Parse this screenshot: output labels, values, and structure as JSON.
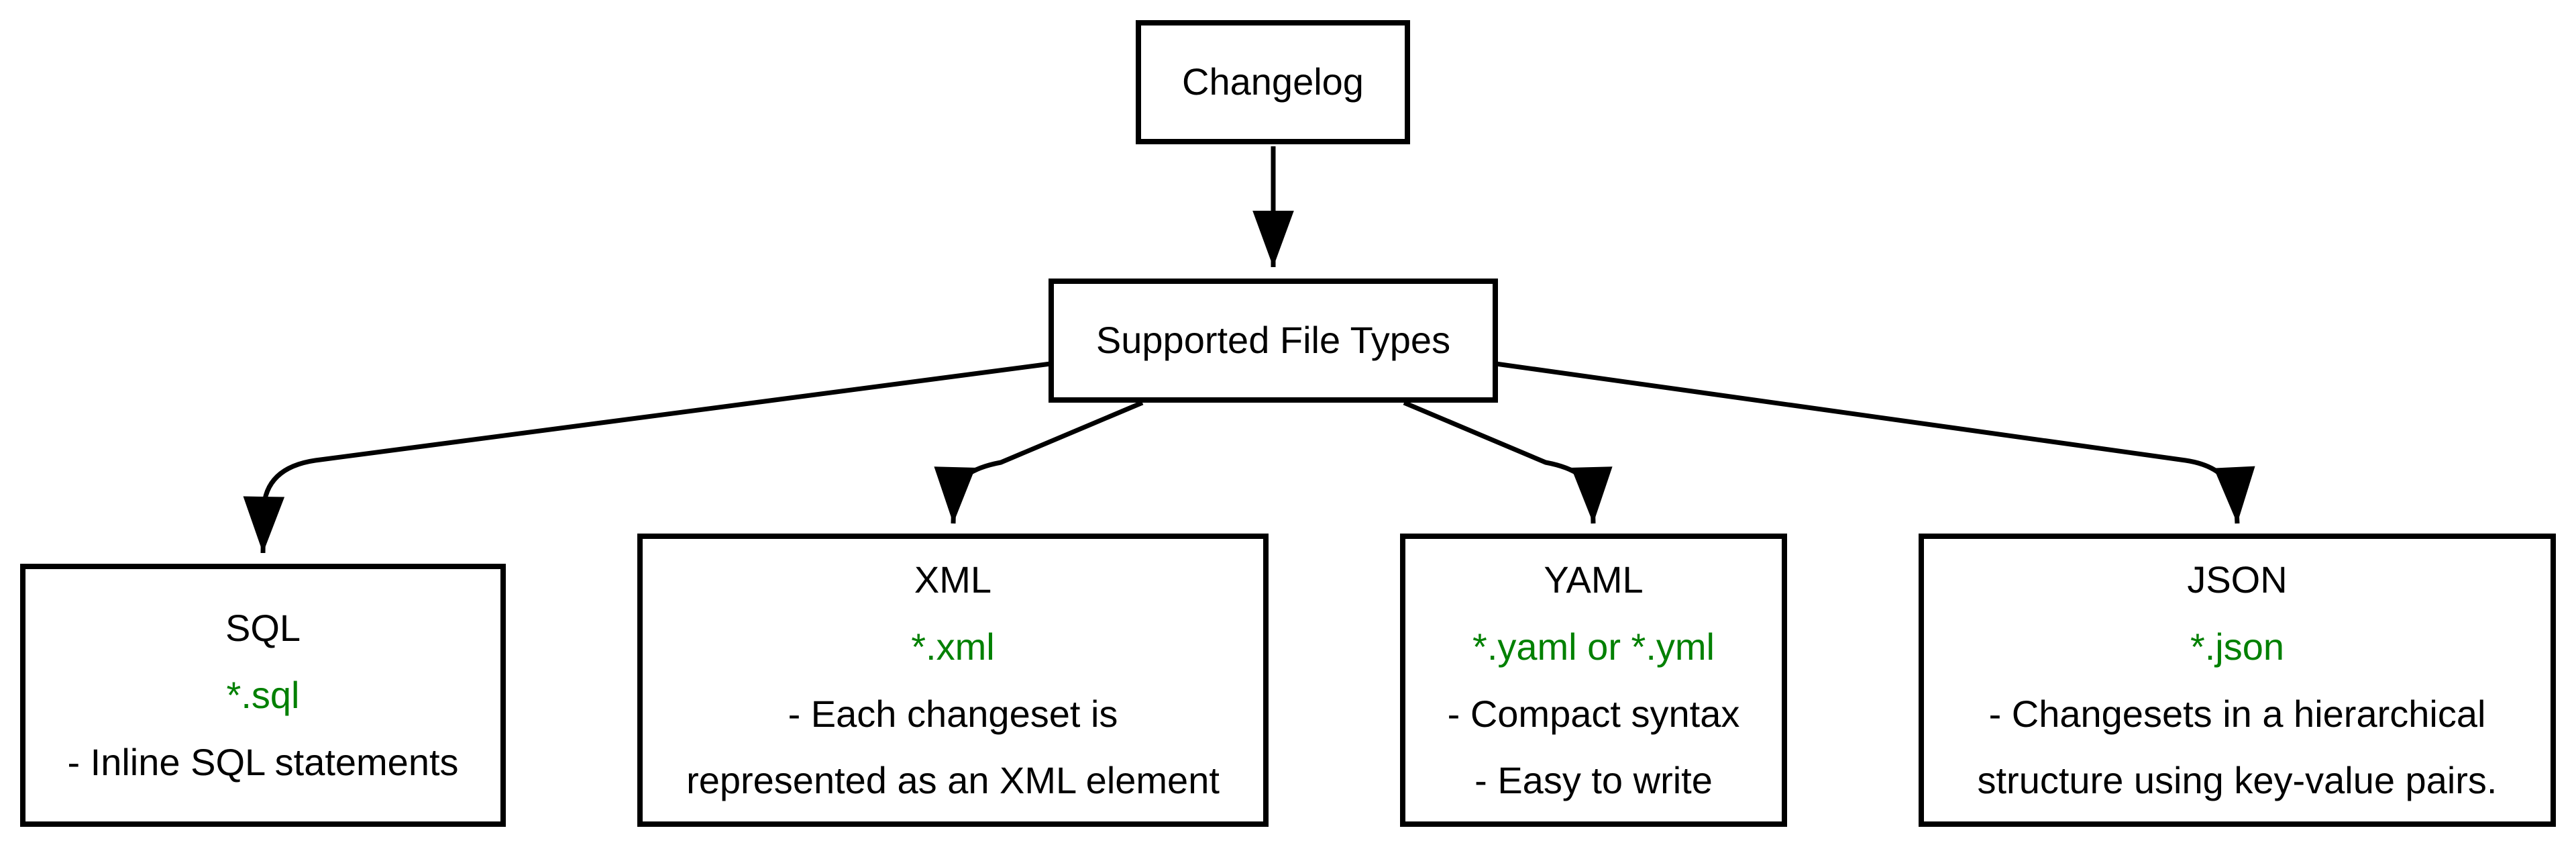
{
  "diagram": {
    "root": {
      "label": "Changelog"
    },
    "hub": {
      "label": "Supported File Types"
    },
    "types": [
      {
        "title": "SQL",
        "extension": "*.sql",
        "desc_lines": [
          "- Inline SQL statements"
        ]
      },
      {
        "title": "XML",
        "extension": "*.xml",
        "desc_lines": [
          "- Each changeset is",
          "represented as an XML element"
        ]
      },
      {
        "title": "YAML",
        "extension": "*.yaml or *.yml",
        "desc_lines": [
          "- Compact syntax",
          "- Easy to write"
        ]
      },
      {
        "title": "JSON",
        "extension": "*.json",
        "desc_lines": [
          "- Changesets in a hierarchical",
          "structure using key-value pairs."
        ]
      }
    ],
    "colors": {
      "extension_text": "#008000",
      "node_border": "#000000",
      "node_fill": "#ffffff",
      "edge": "#000000",
      "text": "#000000",
      "background": "#ffffff"
    }
  }
}
